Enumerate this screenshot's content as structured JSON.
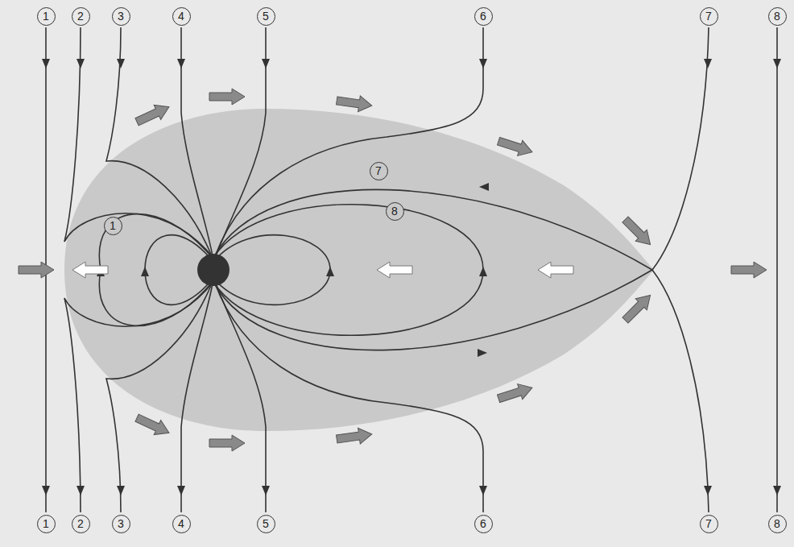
{
  "diagram": {
    "labels": [
      "1",
      "2",
      "3",
      "4",
      "5",
      "6",
      "7",
      "8",
      "7",
      "8",
      "1",
      "1",
      "2",
      "3",
      "4",
      "5",
      "6",
      "7",
      "8"
    ]
  }
}
